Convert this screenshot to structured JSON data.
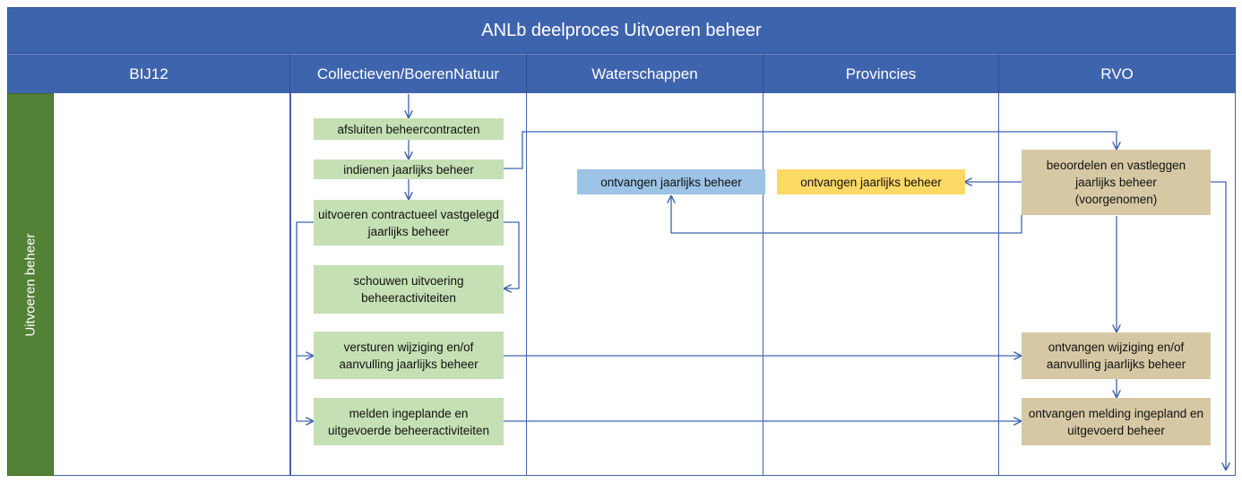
{
  "title": "ANLb deelproces Uitvoeren beheer",
  "lanes": [
    "BIJ12",
    "Collectieven/BoerenNatuur",
    "Waterschappen",
    "Provincies",
    "RVO"
  ],
  "row_label": "Uitvoeren beheer",
  "nodes": {
    "afsluiten": "afsluiten beheercontracten",
    "indienen": "indienen jaarlijks beheer",
    "uitvoeren": "uitvoeren contractueel vastgelegd jaarlijks beheer",
    "schouwen": "schouwen uitvoering beheeractiviteiten",
    "versturen": "versturen wijziging en/of aanvulling jaarlijks beheer",
    "melden": "melden ingeplande en uitgevoerde beheeractiviteiten",
    "ontv_water": "ontvangen jaarlijks beheer",
    "ontv_prov": "ontvangen jaarlijks beheer",
    "beoordelen": "beoordelen en vastleggen jaarlijks beheer (voorgenomen)",
    "ontv_wijziging": "ontvangen wijziging en/of aanvulling jaarlijks beheer",
    "ontv_melding": "ontvangen melding ingepland en uitgevoerd beheer"
  },
  "colors": {
    "header": "#3f64ae",
    "row_label": "#538135",
    "collectief_box": "#c5e0b4",
    "rvo_box": "#d6c8a4",
    "waterschap_box": "#9dc3e6",
    "provincie_box": "#ffd966",
    "arrow": "#3f64ae"
  }
}
